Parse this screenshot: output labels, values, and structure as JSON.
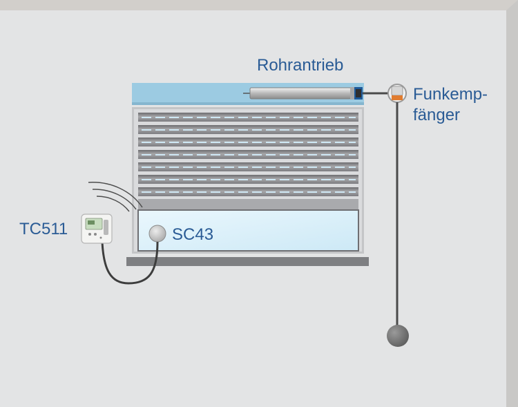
{
  "labels": {
    "motor": "Rohrantrieb",
    "receiver_line1": "Funkemp-",
    "receiver_line2": "fänger",
    "thermostat": "TC511",
    "sensor": "SC43"
  },
  "colors": {
    "wall": "#e3e4e5",
    "wall_edge": "#d2cfcb",
    "label": "#2a5b95",
    "box": "#9ccbe2",
    "slat": "#8f8f92",
    "glass": "#dcf0fa",
    "cable": "#4a4a4a"
  },
  "icons": {
    "receiver": "radio-receiver-icon",
    "sensor": "sensor-icon",
    "thermostat": "thermostat-icon",
    "signal": "radio-waves-icon"
  }
}
